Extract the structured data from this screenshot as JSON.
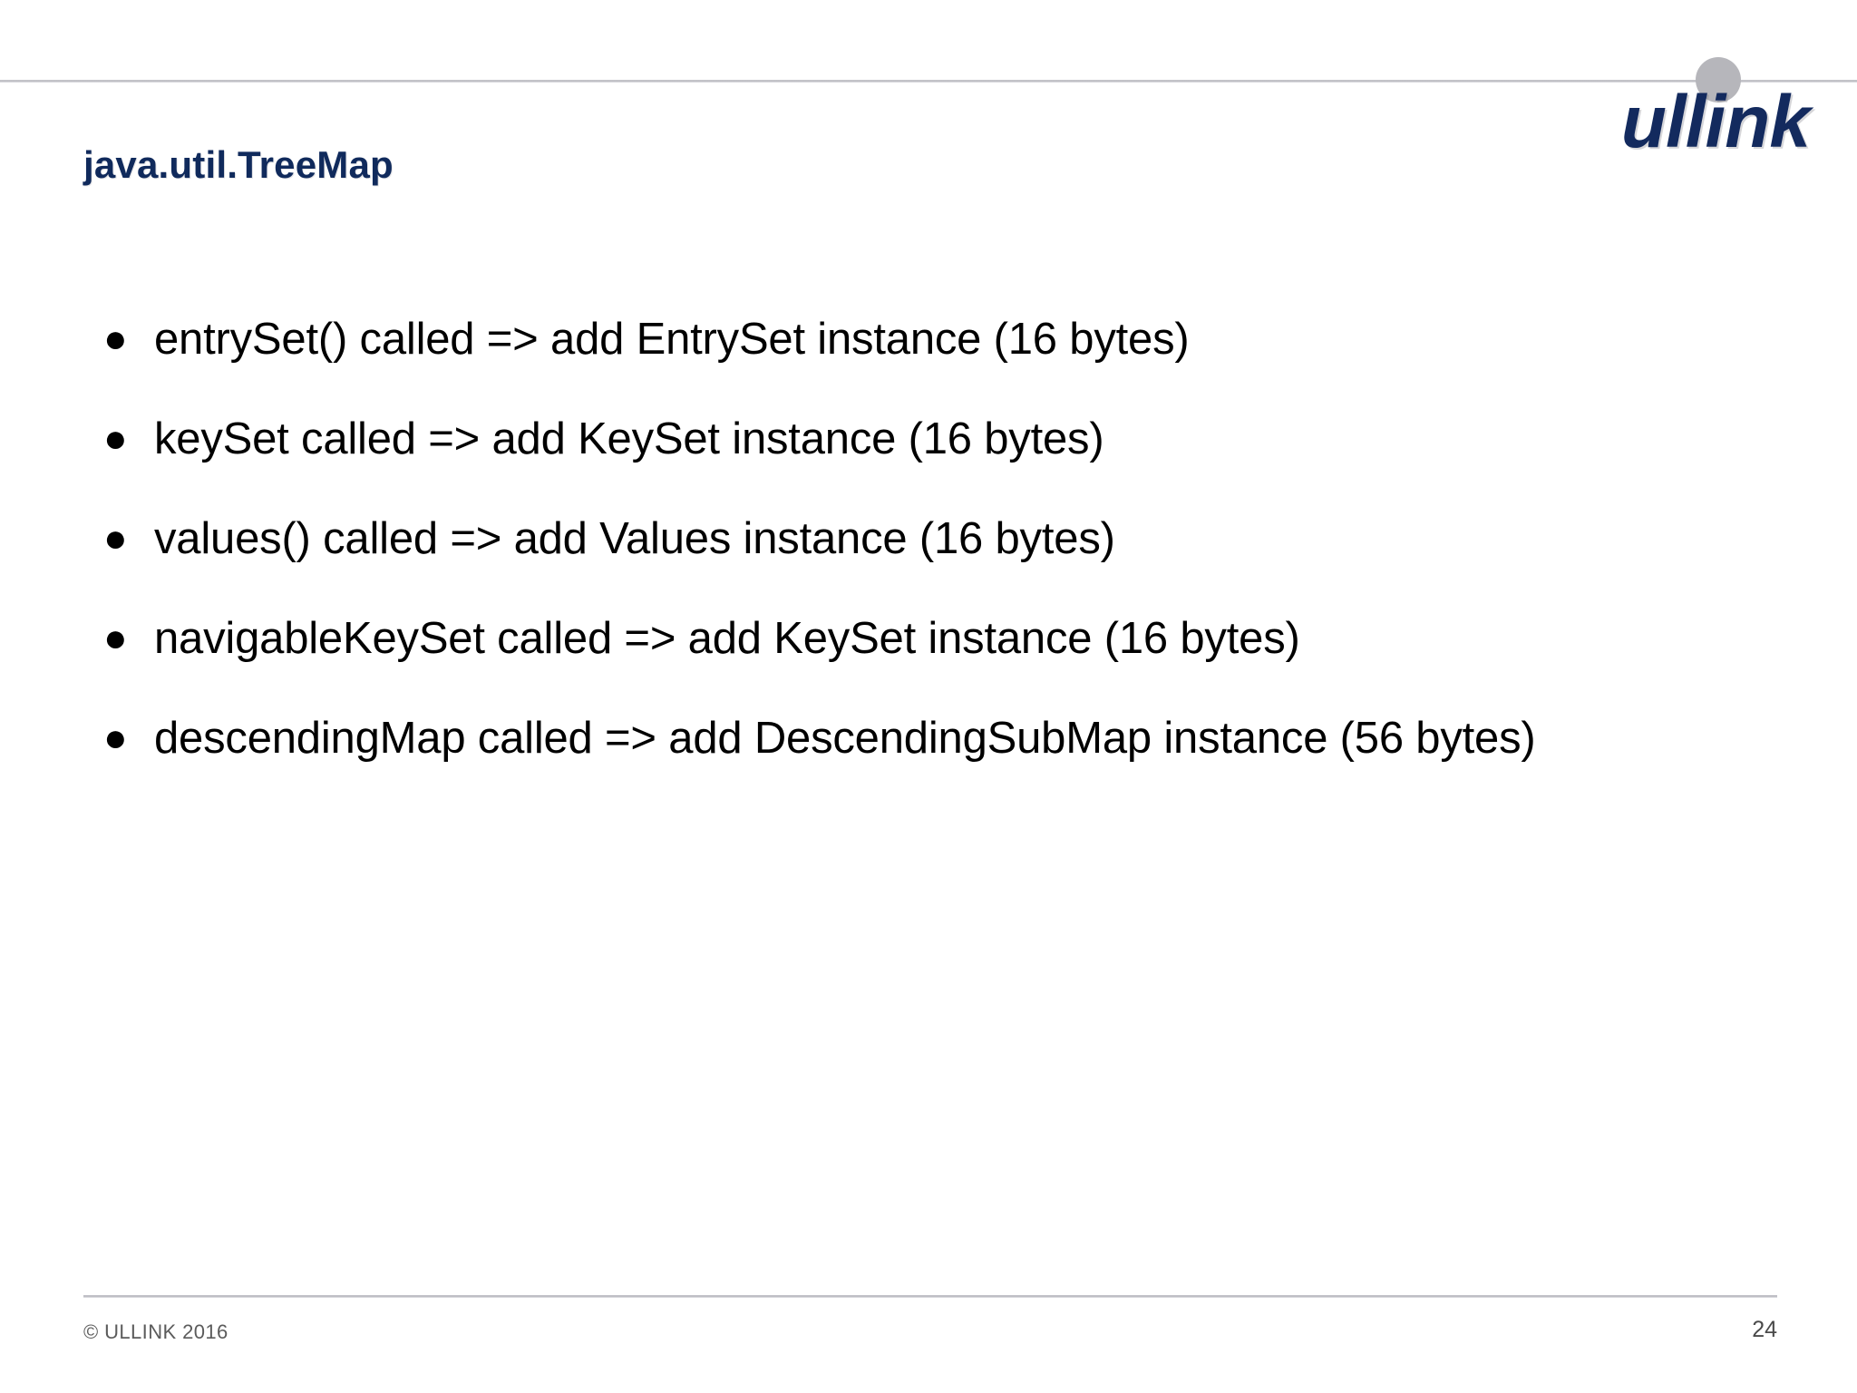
{
  "slide": {
    "title": "java.util.TreeMap",
    "title_color": "#102a5c",
    "background_color": "#ffffff"
  },
  "logo": {
    "text": "ullink",
    "text_color": "#132a5e",
    "dot_icon": "circle-dot-icon",
    "dot_color": "#b6b6bb"
  },
  "bullets": [
    {
      "marker": "●",
      "text": "entrySet() called => add EntrySet instance (16 bytes)"
    },
    {
      "marker": "●",
      "text": "keySet called => add KeySet instance (16 bytes)"
    },
    {
      "marker": "●",
      "text": "values() called => add Values instance (16 bytes)"
    },
    {
      "marker": "●",
      "text": "navigableKeySet called => add KeySet instance (16 bytes)"
    },
    {
      "marker": "●",
      "text": "descendingMap called => add DescendingSubMap instance (56 bytes)"
    }
  ],
  "footer": {
    "copyright": "© ULLINK 2016",
    "page_number": "24",
    "text_color": "#5b5b5b"
  }
}
